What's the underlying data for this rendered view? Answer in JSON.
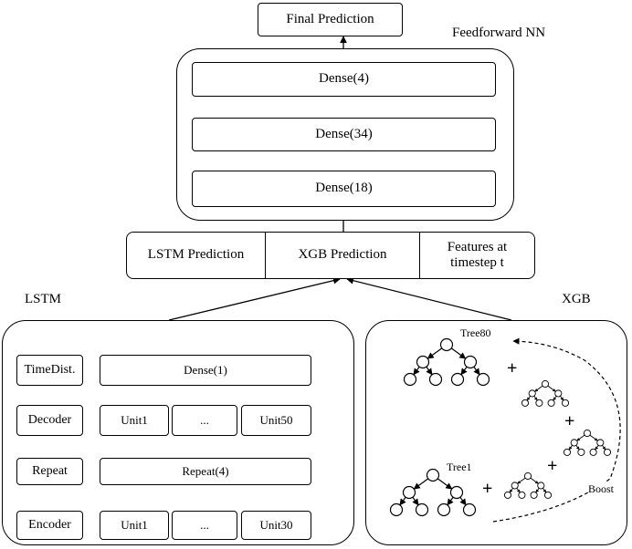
{
  "top": {
    "final_prediction": "Final Prediction",
    "ffnn_title": "Feedforward NN"
  },
  "ffnn": {
    "dense4": "Dense(4)",
    "dense34": "Dense(34)",
    "dense18": "Dense(18)"
  },
  "inputs": {
    "lstm_pred": "LSTM Prediction",
    "xgb_pred": "XGB Prediction",
    "features": "Features at\ntimestep t"
  },
  "lstm": {
    "title": "LSTM",
    "rows": {
      "timedist": "TimeDist.",
      "decoder": "Decoder",
      "repeat": "Repeat",
      "encoder": "Encoder"
    },
    "dense1": "Dense(1)",
    "decoder_units": [
      "Unit1",
      "...",
      "Unit50"
    ],
    "repeat4": "Repeat(4)",
    "encoder_units": [
      "Unit1",
      "...",
      "Unit30"
    ]
  },
  "xgb": {
    "title": "XGB",
    "tree80": "Tree80",
    "tree1": "Tree1",
    "boost": "Boost",
    "plus": "+"
  }
}
